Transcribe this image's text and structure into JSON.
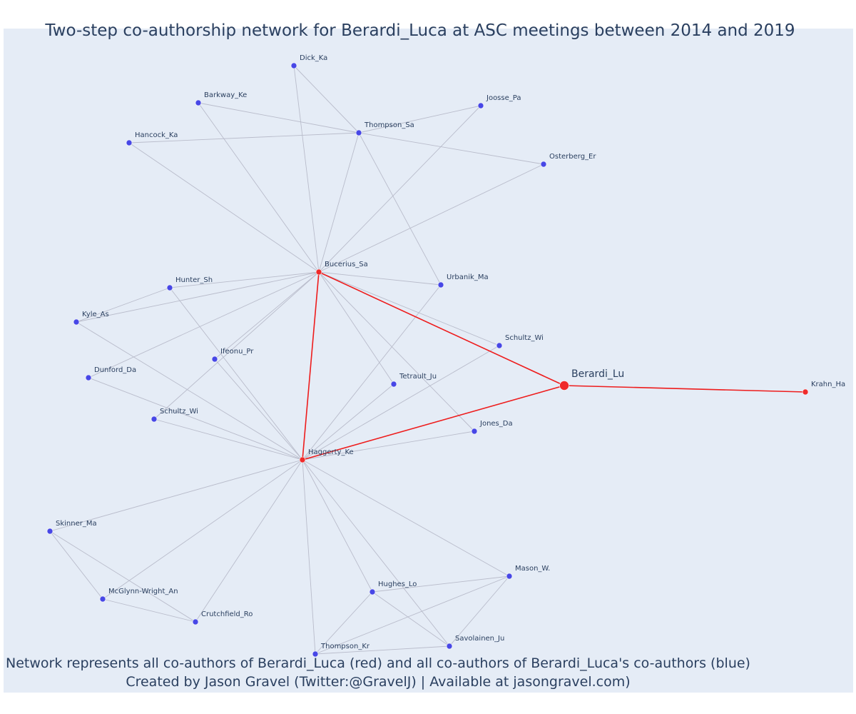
{
  "title": "Two-step co-authorship network for Berardi_Luca at ASC meetings between 2014 and 2019",
  "caption_line1": "Network represents all co-authors of Berardi_Luca (red) and all co-authors of Berardi_Luca's co-authors (blue)",
  "caption_line2": "Created by Jason Gravel (Twitter:@GravelJ) | Available at jasongravel.com)",
  "colors": {
    "red": "#ef2b2b",
    "blue": "#4747e6",
    "edge_gray": "#b9bccb",
    "edge_red": "#ee1c1c",
    "background": "#e5ecf6"
  },
  "nodes": [
    {
      "id": "berardi",
      "label": "Berardi_Lu",
      "group": "focal"
    },
    {
      "id": "krahn",
      "label": "Krahn_Ha",
      "group": "red"
    },
    {
      "id": "bucerius",
      "label": "Bucerius_Sa",
      "group": "red"
    },
    {
      "id": "haggerty",
      "label": "Haggerty_Ke",
      "group": "red"
    },
    {
      "id": "dick",
      "label": "Dick_Ka",
      "group": "blue"
    },
    {
      "id": "barkway",
      "label": "Barkway_Ke",
      "group": "blue"
    },
    {
      "id": "joosse",
      "label": "Joosse_Pa",
      "group": "blue"
    },
    {
      "id": "thompson_sa",
      "label": "Thompson_Sa",
      "group": "blue"
    },
    {
      "id": "hancock",
      "label": "Hancock_Ka",
      "group": "blue"
    },
    {
      "id": "osterberg",
      "label": "Osterberg_Er",
      "group": "blue"
    },
    {
      "id": "hunter",
      "label": "Hunter_Sh",
      "group": "blue"
    },
    {
      "id": "urbanik",
      "label": "Urbanik_Ma",
      "group": "blue"
    },
    {
      "id": "kyle",
      "label": "Kyle_As",
      "group": "blue"
    },
    {
      "id": "schultz1",
      "label": "Schultz_Wi",
      "group": "blue"
    },
    {
      "id": "ifeonu",
      "label": "Ifeonu_Pr",
      "group": "blue"
    },
    {
      "id": "dunford",
      "label": "Dunford_Da",
      "group": "blue"
    },
    {
      "id": "tetrault",
      "label": "Tetrault_Ju",
      "group": "blue"
    },
    {
      "id": "schultz2",
      "label": "Schultz_Wi",
      "group": "blue"
    },
    {
      "id": "jones",
      "label": "Jones_Da",
      "group": "blue"
    },
    {
      "id": "skinner",
      "label": "Skinner_Ma",
      "group": "blue"
    },
    {
      "id": "mason",
      "label": "Mason_W.",
      "group": "blue"
    },
    {
      "id": "hughes",
      "label": "Hughes_Lo",
      "group": "blue"
    },
    {
      "id": "mcglynn",
      "label": "McGlynn-Wright_An",
      "group": "blue"
    },
    {
      "id": "crutchfield",
      "label": "Crutchfield_Ro",
      "group": "blue"
    },
    {
      "id": "savolainen",
      "label": "Savolainen_Ju",
      "group": "blue"
    },
    {
      "id": "thompson_kr",
      "label": "Thompson_Kr",
      "group": "blue"
    }
  ],
  "edges": [
    [
      "berardi",
      "krahn"
    ],
    [
      "berardi",
      "bucerius"
    ],
    [
      "berardi",
      "haggerty"
    ],
    [
      "bucerius",
      "haggerty"
    ],
    [
      "dick",
      "bucerius"
    ],
    [
      "dick",
      "thompson_sa"
    ],
    [
      "barkway",
      "bucerius"
    ],
    [
      "barkway",
      "thompson_sa"
    ],
    [
      "hancock",
      "bucerius"
    ],
    [
      "hancock",
      "thompson_sa"
    ],
    [
      "joosse",
      "thompson_sa"
    ],
    [
      "joosse",
      "bucerius"
    ],
    [
      "osterberg",
      "thompson_sa"
    ],
    [
      "osterberg",
      "bucerius"
    ],
    [
      "thompson_sa",
      "bucerius"
    ],
    [
      "thompson_sa",
      "urbanik"
    ],
    [
      "hunter",
      "bucerius"
    ],
    [
      "hunter",
      "kyle"
    ],
    [
      "hunter",
      "haggerty"
    ],
    [
      "kyle",
      "bucerius"
    ],
    [
      "kyle",
      "haggerty"
    ],
    [
      "dunford",
      "bucerius"
    ],
    [
      "dunford",
      "haggerty"
    ],
    [
      "ifeonu",
      "bucerius"
    ],
    [
      "ifeonu",
      "haggerty"
    ],
    [
      "schultz2",
      "bucerius"
    ],
    [
      "schultz2",
      "haggerty"
    ],
    [
      "urbanik",
      "bucerius"
    ],
    [
      "urbanik",
      "haggerty"
    ],
    [
      "schultz1",
      "bucerius"
    ],
    [
      "schultz1",
      "haggerty"
    ],
    [
      "tetrault",
      "bucerius"
    ],
    [
      "tetrault",
      "haggerty"
    ],
    [
      "jones",
      "bucerius"
    ],
    [
      "jones",
      "haggerty"
    ],
    [
      "skinner",
      "haggerty"
    ],
    [
      "skinner",
      "mcglynn"
    ],
    [
      "skinner",
      "crutchfield"
    ],
    [
      "mcglynn",
      "haggerty"
    ],
    [
      "mcglynn",
      "crutchfield"
    ],
    [
      "crutchfield",
      "haggerty"
    ],
    [
      "hughes",
      "haggerty"
    ],
    [
      "hughes",
      "mason"
    ],
    [
      "hughes",
      "savolainen"
    ],
    [
      "hughes",
      "thompson_kr"
    ],
    [
      "mason",
      "haggerty"
    ],
    [
      "mason",
      "savolainen"
    ],
    [
      "mason",
      "thompson_kr"
    ],
    [
      "savolainen",
      "haggerty"
    ],
    [
      "savolainen",
      "thompson_kr"
    ],
    [
      "thompson_kr",
      "haggerty"
    ]
  ]
}
